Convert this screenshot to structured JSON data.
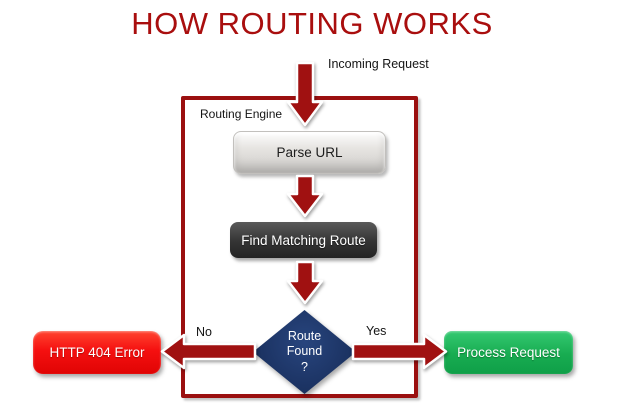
{
  "title": "HOW ROUTING WORKS",
  "labels": {
    "incoming_request": "Incoming Request",
    "routing_engine": "Routing Engine",
    "no": "No",
    "yes": "Yes"
  },
  "nodes": {
    "parse_url": "Parse URL",
    "find_matching_route": "Find Matching Route",
    "route_found": {
      "line1": "Route",
      "line2": "Found",
      "line3": "?"
    },
    "http_404_error": "HTTP 404 Error",
    "process_request": "Process Request"
  },
  "edges": [
    {
      "from": "Incoming Request",
      "to": "Parse URL",
      "label": ""
    },
    {
      "from": "Parse URL",
      "to": "Find Matching Route",
      "label": ""
    },
    {
      "from": "Find Matching Route",
      "to": "Route Found ?",
      "label": ""
    },
    {
      "from": "Route Found ?",
      "to": "HTTP 404 Error",
      "label": "No"
    },
    {
      "from": "Route Found ?",
      "to": "Process Request",
      "label": "Yes"
    }
  ],
  "colors": {
    "title_red": "#A90E0E",
    "flow_arrow_red": "#9E1010",
    "engine_border_red": "#9B1010",
    "error_red": "#EE0F0F",
    "success_green": "#17AB50",
    "decision_navy": "#1D3566",
    "step_dark_gray": "#333333",
    "step_silver": "#E4E2DF"
  }
}
